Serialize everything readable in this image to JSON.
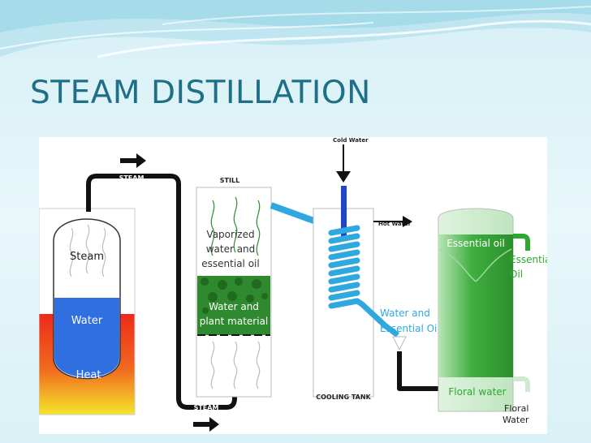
{
  "slide": {
    "title": "STEAM DISTILLATION"
  },
  "diagram": {
    "labels": {
      "steam_top": "STEAM",
      "steam_bottom": "STEAM",
      "still": "STILL",
      "cold_water": "Cold Water",
      "hot_water": "Hot Water",
      "cooling_tank": "COOLING TANK",
      "boiler_steam": "Steam",
      "boiler_water": "Water",
      "boiler_heat": "Heat",
      "vapor_line1": "Vaporized",
      "vapor_line2": "water and",
      "vapor_line3": "essential oil",
      "plant_line1": "Water and",
      "plant_line2": "plant material",
      "condensate_line1": "Water and",
      "condensate_line2": "Essential Oil",
      "separator_oil": "Essential oil",
      "separator_water": "Floral water",
      "outlet_oil_line1": "Essential",
      "outlet_oil_line2": "Oil",
      "outlet_water_line1": "Floral",
      "outlet_water_line2": "Water"
    },
    "colors": {
      "title": "#1f6f86",
      "water_blue": "#2f6fe0",
      "coil_blue": "#2fa8e0",
      "cold_water_blue": "#1f46c8",
      "separator_green": "#2fa82f",
      "plant_green": "#2f8a2f",
      "heat_red": "#ef3a1f",
      "heat_yellow": "#f5e62a",
      "pipe_black": "#111111"
    }
  }
}
